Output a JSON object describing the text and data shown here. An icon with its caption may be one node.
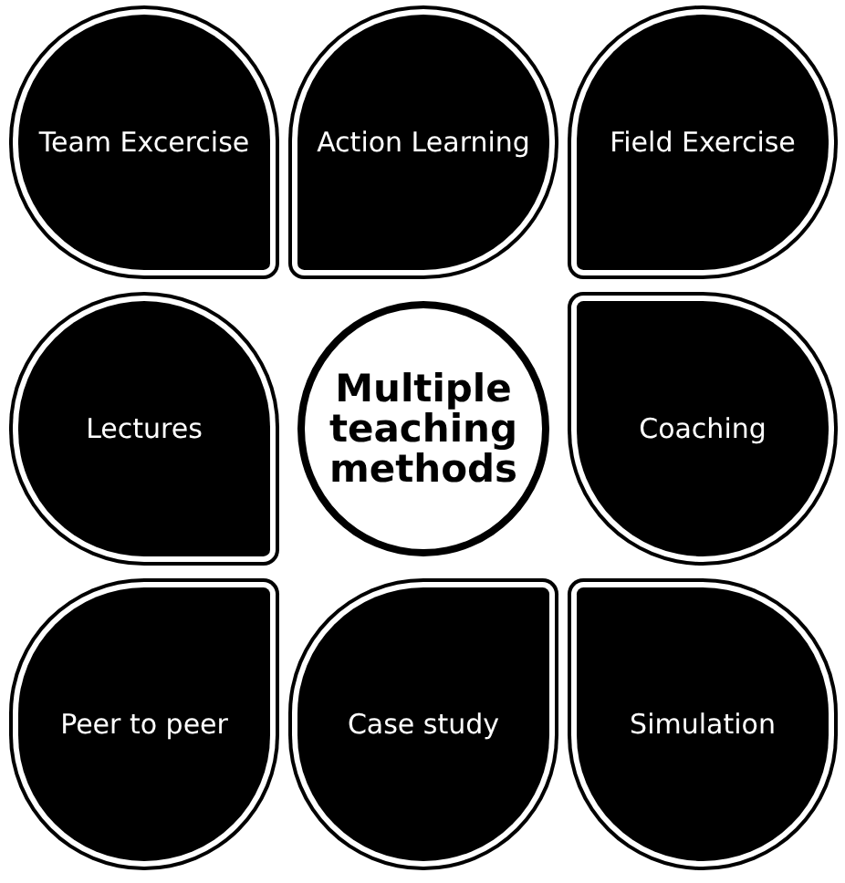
{
  "diagram": {
    "nodes": [
      {
        "text": [
          "Team Excercise"
        ]
      },
      {
        "text": [
          "Action Learning"
        ]
      },
      {
        "text": [
          "Field Exercise"
        ]
      },
      {
        "text": [
          "Lectures"
        ]
      },
      {
        "text": [
          "Multiple teaching methods"
        ]
      },
      {
        "text": [
          "Coaching"
        ]
      },
      {
        "text": [
          "Peer to peer"
        ]
      },
      {
        "text": [
          "Case study"
        ]
      },
      {
        "text": [
          "Simulation"
        ]
      }
    ]
  }
}
